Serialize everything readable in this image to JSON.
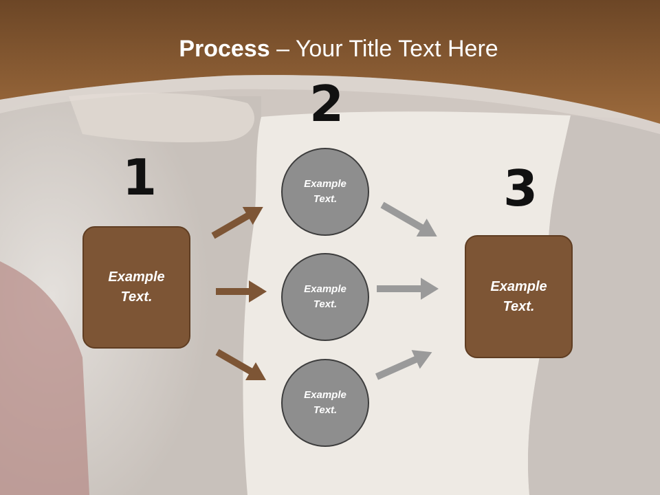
{
  "title": {
    "bold": "Process",
    "dash": " – ",
    "rest": "Your Title Text Here"
  },
  "steps": {
    "one": "1",
    "two": "2",
    "three": "3"
  },
  "nodes": {
    "left_box": [
      "Example",
      "Text."
    ],
    "circle_top": [
      "Example",
      "Text."
    ],
    "circle_mid": [
      "Example",
      "Text."
    ],
    "circle_bottom": [
      "Example",
      "Text."
    ],
    "right_box": [
      "Example",
      "Text."
    ]
  },
  "colors": {
    "brown": "#7d5535",
    "circle_gray": "#8e8e8e",
    "arrow_gray": "#9a9a9a",
    "header_brown": "#8a5e34"
  }
}
